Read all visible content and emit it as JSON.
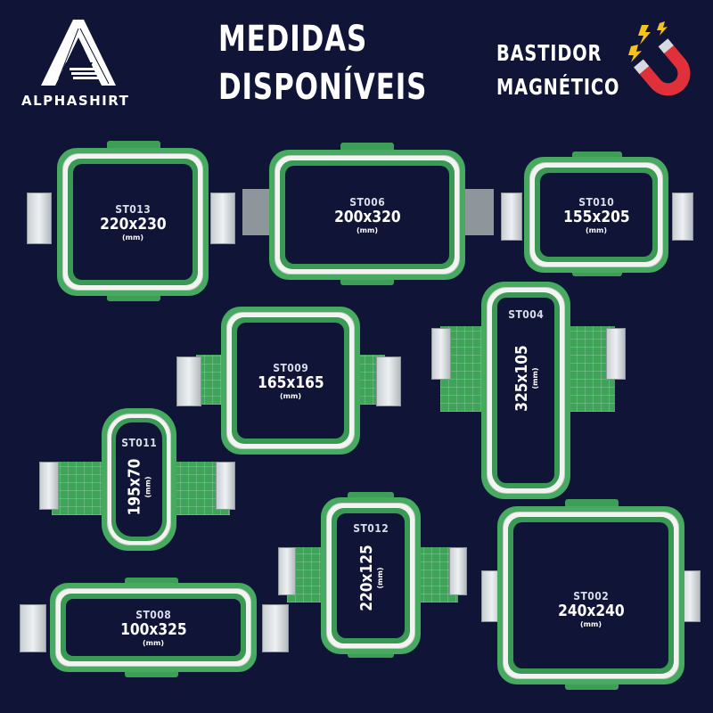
{
  "brand": {
    "name": "ALPHASHIRT"
  },
  "header": {
    "line1": "MEDIDAS",
    "line2": "DISPONÍVEIS"
  },
  "badge": {
    "line1": "BASTIDOR",
    "line2": "MAGNÉTICO",
    "icon": "magnet-icon"
  },
  "colors": {
    "background": "#101537",
    "hoop_green": "#46aa60",
    "magnet_red": "#e0303a"
  },
  "hoops": [
    {
      "code": "ST013",
      "size": "220x230",
      "unit": "(mm)"
    },
    {
      "code": "ST006",
      "size": "200x320",
      "unit": "(mm)"
    },
    {
      "code": "ST010",
      "size": "155x205",
      "unit": "(mm)"
    },
    {
      "code": "ST009",
      "size": "165x165",
      "unit": "(mm)"
    },
    {
      "code": "ST004",
      "size": "325x105",
      "unit": "(mm)"
    },
    {
      "code": "ST011",
      "size": "195x70",
      "unit": "(mm)"
    },
    {
      "code": "ST012",
      "size": "220x125",
      "unit": "(mm)"
    },
    {
      "code": "ST008",
      "size": "100x325",
      "unit": "(mm)"
    },
    {
      "code": "ST002",
      "size": "240x240",
      "unit": "(mm)"
    }
  ]
}
